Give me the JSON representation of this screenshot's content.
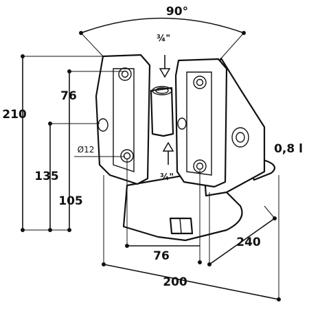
{
  "labels": {
    "angle": "90°",
    "port_top": "¾\"",
    "port_bottom": "¾\"",
    "dim_76_left": "76",
    "dim_210": "210",
    "dim_135": "135",
    "dim_105": "105",
    "hole_dia": "Ø12",
    "capacity": "0,8 l",
    "dim_76_bottom": "76",
    "dim_240": "240",
    "dim_200": "200"
  },
  "colors": {
    "line": "#111111",
    "background": "#ffffff"
  }
}
